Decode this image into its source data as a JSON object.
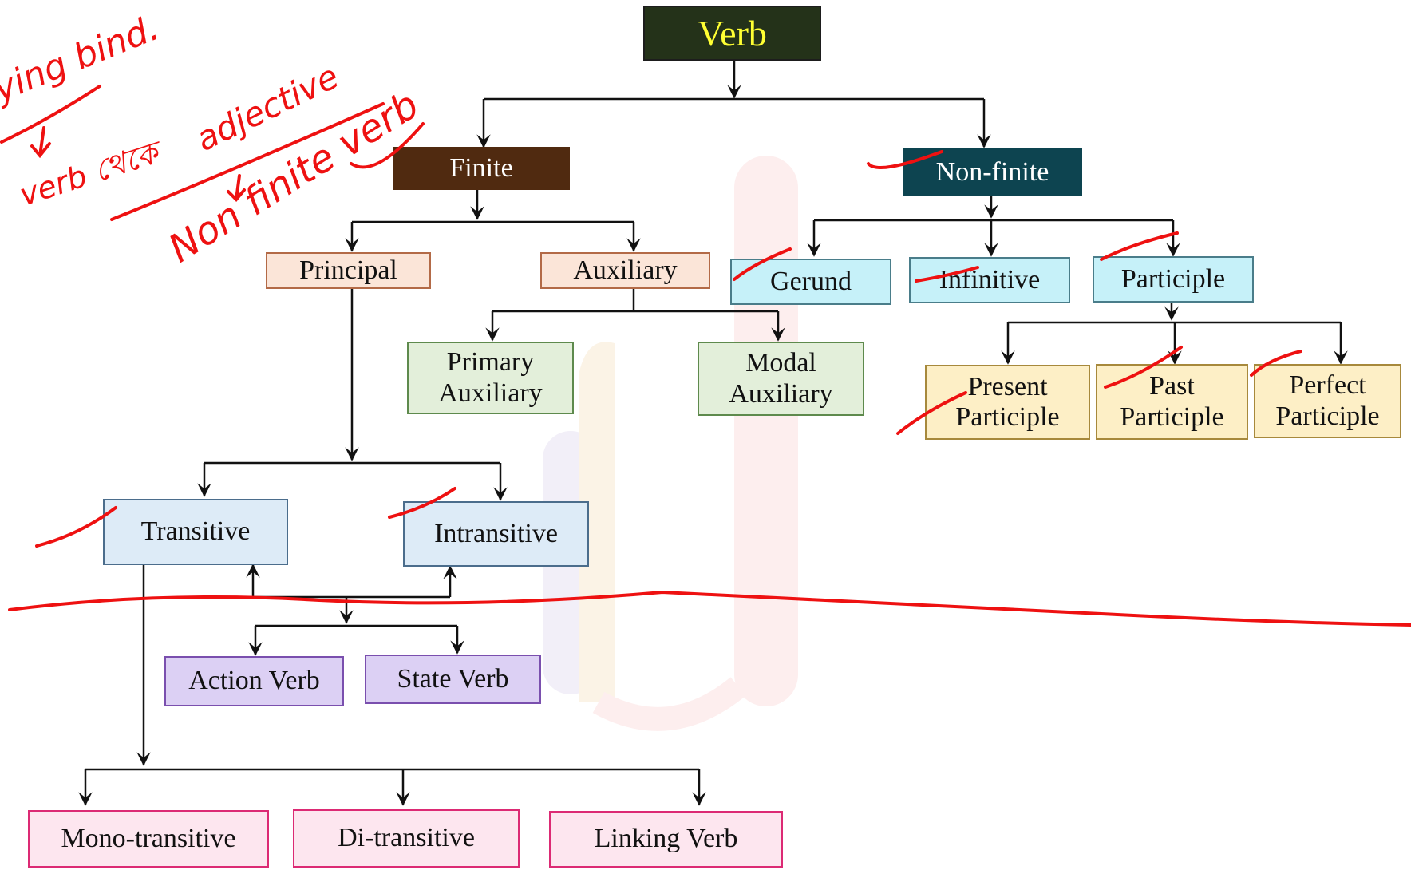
{
  "diagram": {
    "root": "Verb",
    "finite": "Finite",
    "nonfinite": "Non-finite",
    "principal": "Principal",
    "auxiliary": "Auxiliary",
    "primary_auxiliary": "Primary\nAuxiliary",
    "modal_auxiliary": "Modal\nAuxiliary",
    "gerund": "Gerund",
    "infinitive": "Infinitive",
    "participle": "Participle",
    "present_participle": "Present\nParticiple",
    "past_participle": "Past\nParticiple",
    "perfect_participle": "Perfect\nParticiple",
    "transitive": "Transitive",
    "intransitive": "Intransitive",
    "action_verb": "Action Verb",
    "state_verb": "State Verb",
    "mono_transitive": "Mono-transitive",
    "di_transitive": "Di-transitive",
    "linking_verb": "Linking Verb"
  },
  "annotations": {
    "note_1": "ying bind.",
    "note_2": "verb থেকে",
    "note_3": "adjective",
    "note_4": "Non finite verb"
  },
  "colors": {
    "ink": "#ee1111",
    "connector": "#111111"
  }
}
